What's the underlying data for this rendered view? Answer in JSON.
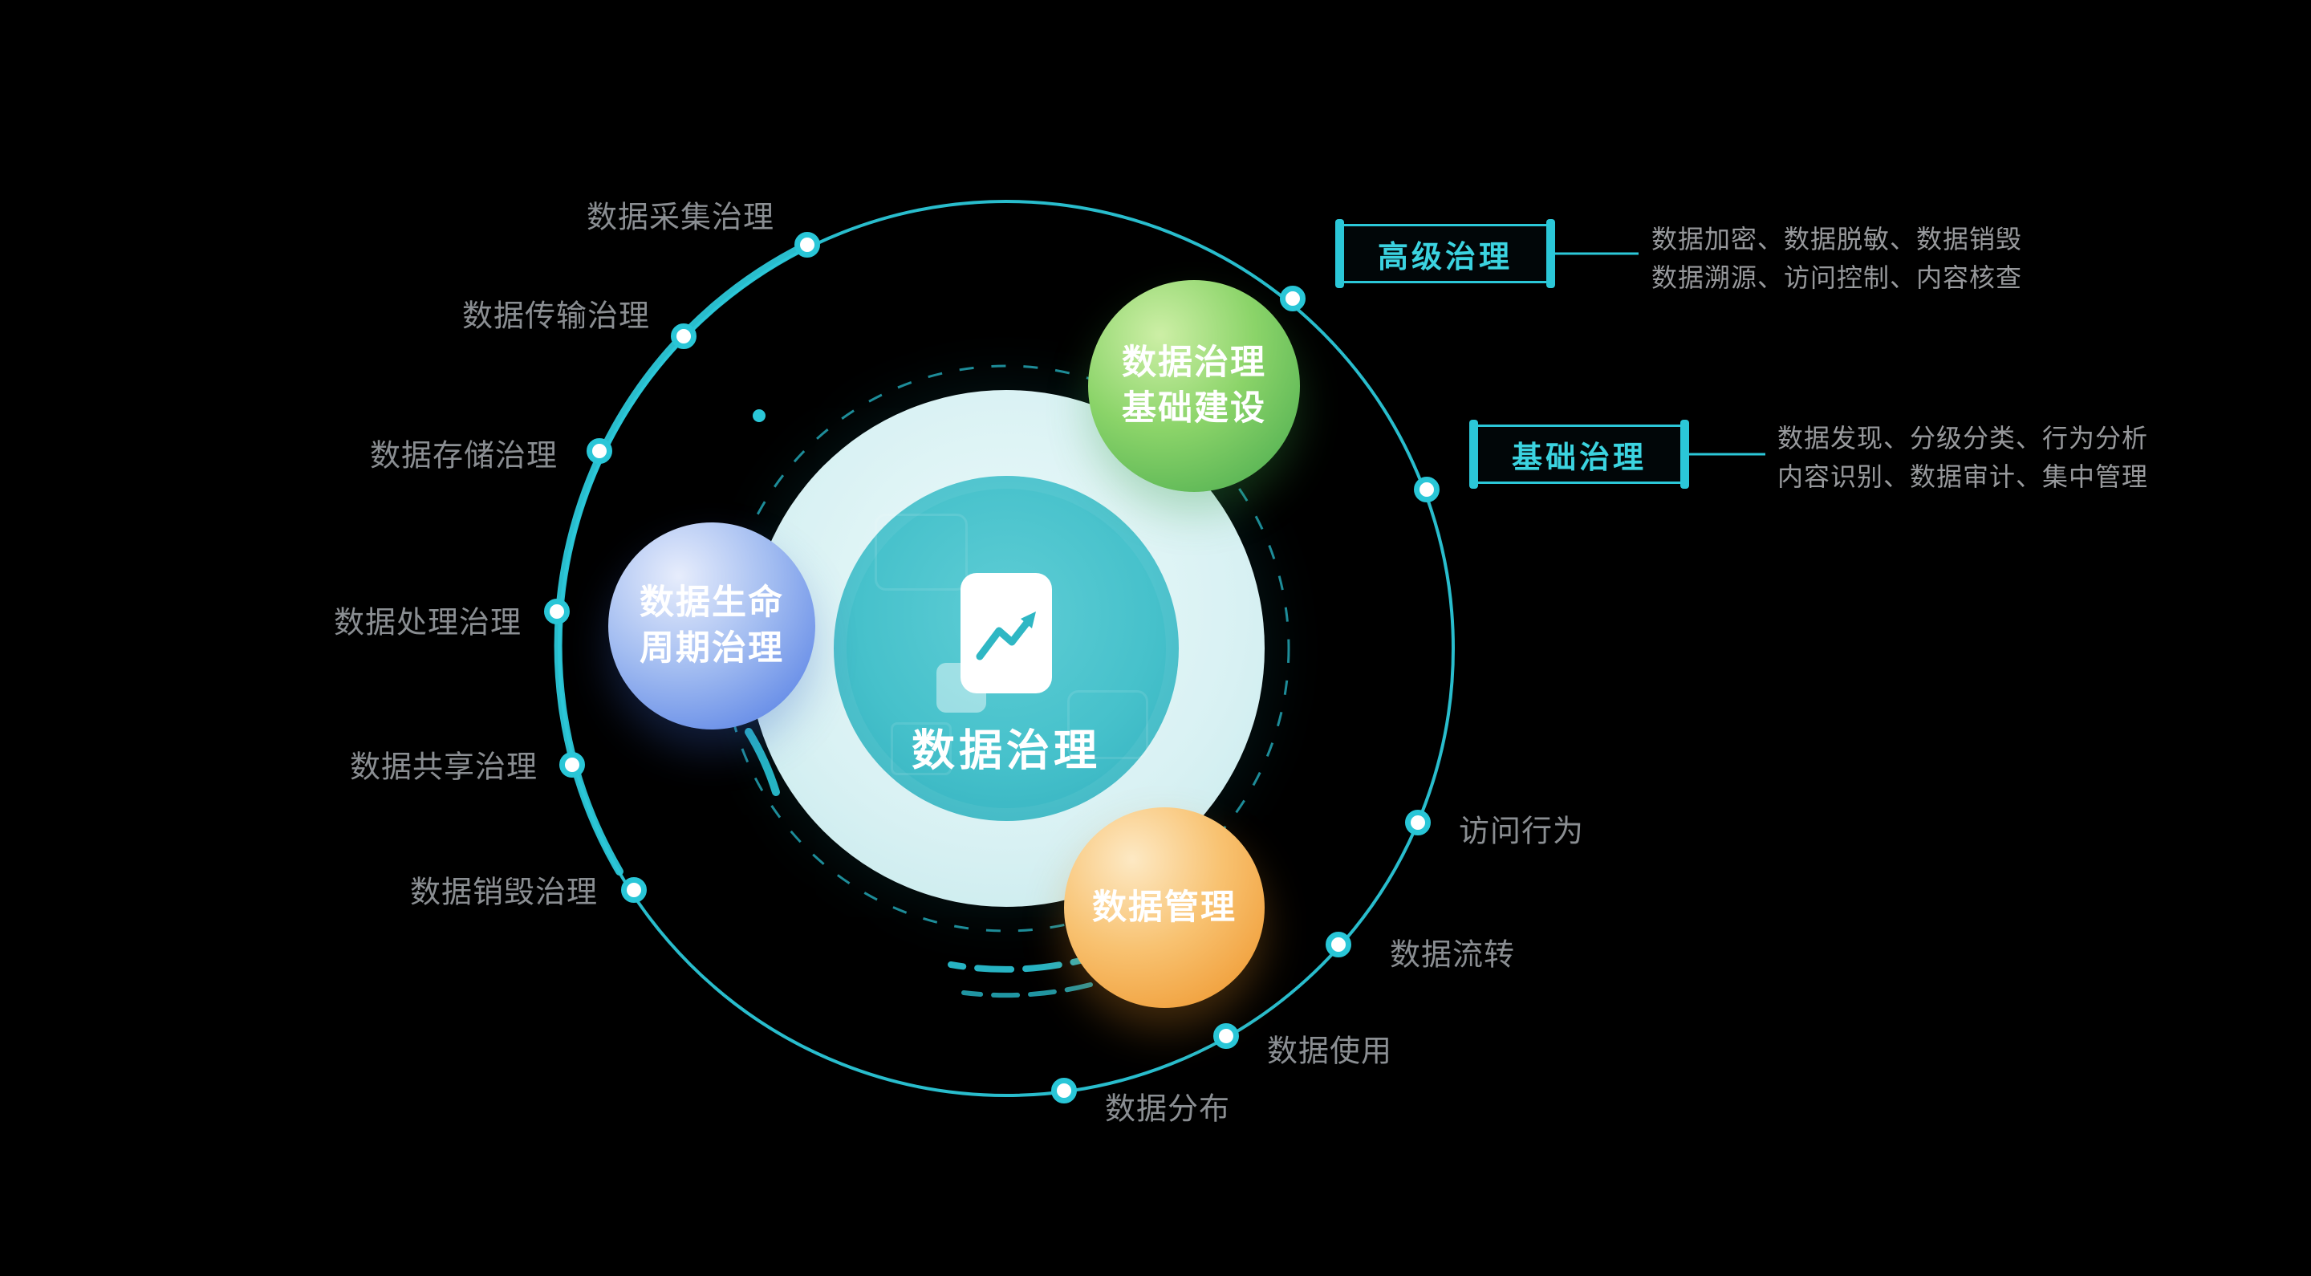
{
  "center": {
    "label": "数据治理"
  },
  "bubbles": {
    "green": {
      "line1": "数据治理",
      "line2": "基础建设"
    },
    "blue": {
      "line1": "数据生命",
      "line2": "周期治理"
    },
    "orange": {
      "line1": "数据管理"
    }
  },
  "left_labels": [
    "数据采集治理",
    "数据传输治理",
    "数据存储治理",
    "数据处理治理",
    "数据共享治理",
    "数据销毁治理"
  ],
  "right_labels": [
    "访问行为",
    "数据流转",
    "数据使用",
    "数据分布"
  ],
  "callouts": [
    {
      "title": "高级治理",
      "lines": [
        "数据加密、数据脱敏、数据销毁",
        "数据溯源、访问控制、内容核查"
      ]
    },
    {
      "title": "基础治理",
      "lines": [
        "数据发现、分级分类、行为分析",
        "内容识别、数据审计、集中管理"
      ]
    }
  ],
  "colors": {
    "teal": "#2bc7d8",
    "pale": "#d8f1f3",
    "label_gray": "#8a8e92"
  }
}
